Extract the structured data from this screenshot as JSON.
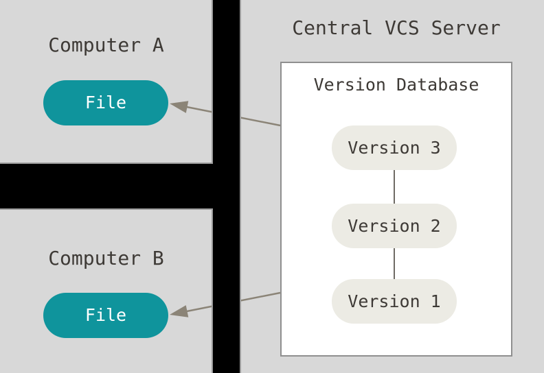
{
  "diagram": {
    "computer_a": {
      "title": "Computer A",
      "file_label": "File"
    },
    "computer_b": {
      "title": "Computer B",
      "file_label": "File"
    },
    "server": {
      "title": "Central VCS Server",
      "database_title": "Version Database",
      "versions": [
        {
          "label": "Version 3"
        },
        {
          "label": "Version 2"
        },
        {
          "label": "Version 1"
        }
      ]
    },
    "colors": {
      "background": "#d8d8d8",
      "divider_bar": "#000000",
      "divider_bar_edge": "#9c9c9c",
      "file_pill": "#0f949c",
      "file_pill_text": "#ffffff",
      "version_pill": "#ecebe4",
      "text": "#3e3a36",
      "arrow": "#8b8477",
      "server_box_border": "#8f8f8f",
      "server_box_fill": "#ffffff"
    }
  }
}
